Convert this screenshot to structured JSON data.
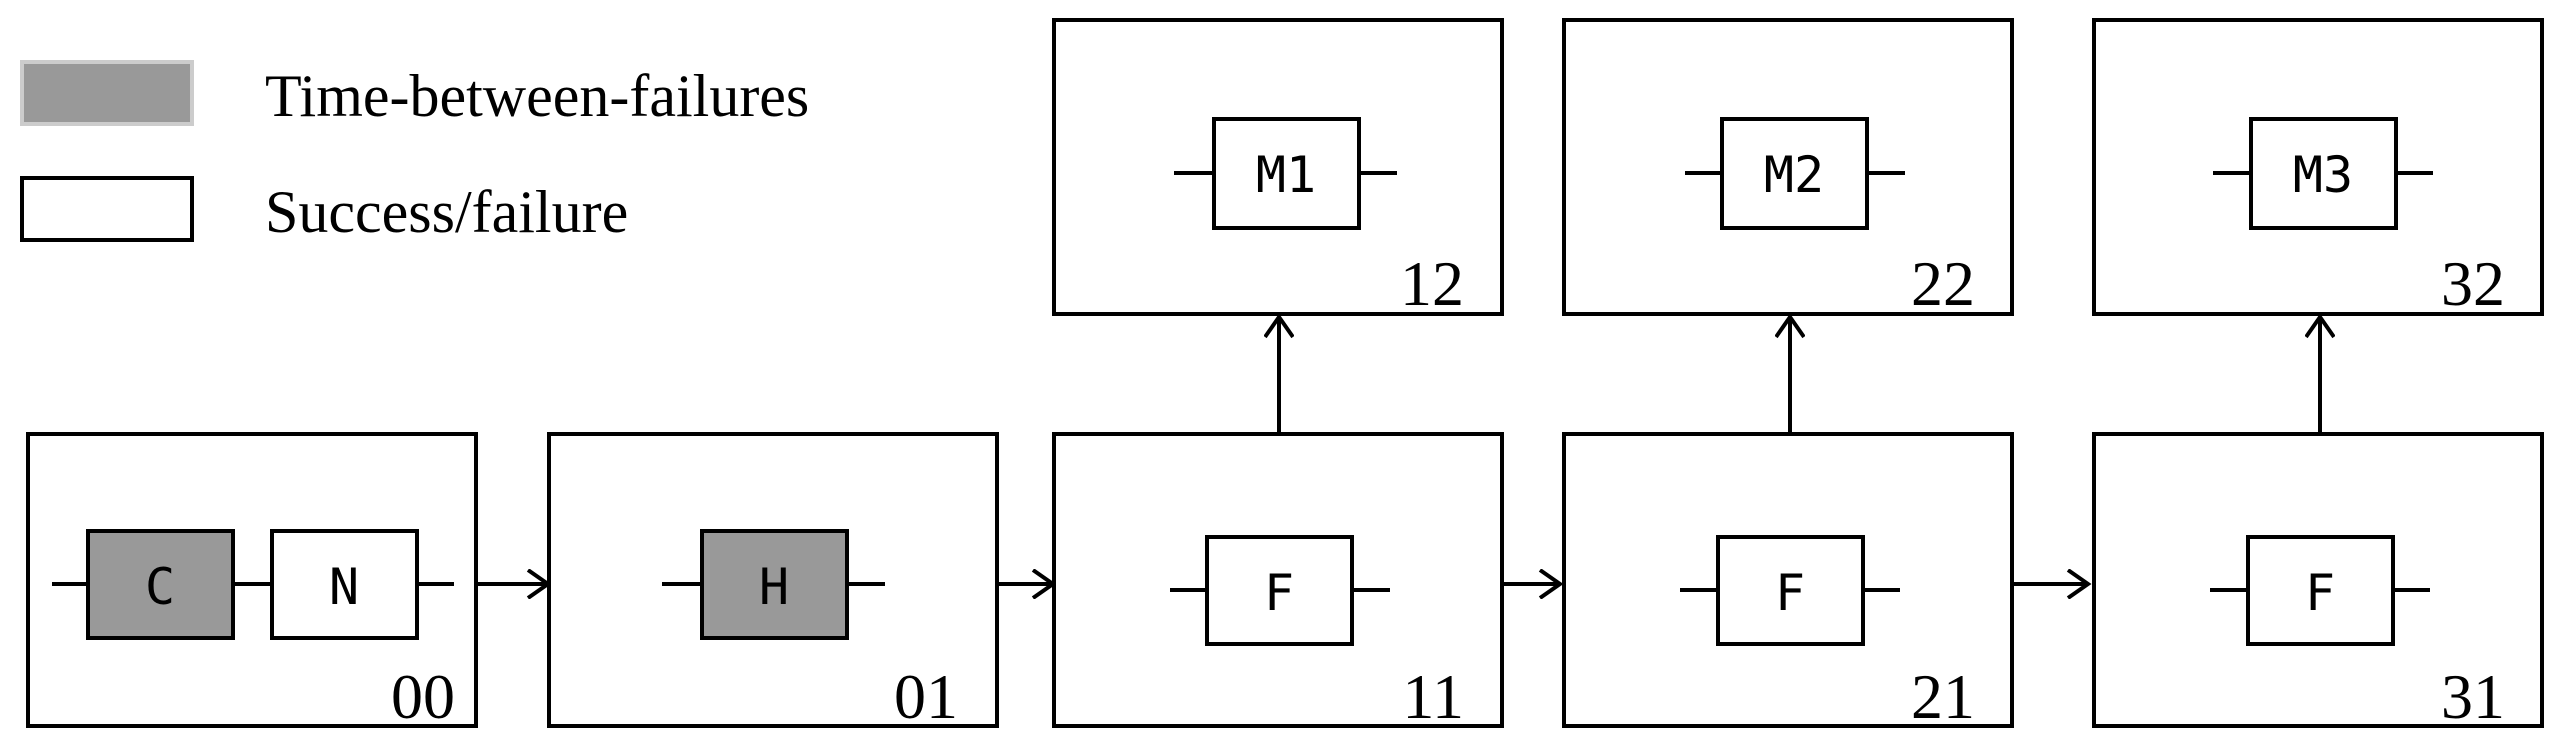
{
  "colors": {
    "time_between_failures": "#999999",
    "success_failure": "#ffffff",
    "line": "#000000"
  },
  "legend": {
    "time_between_failures_label": "Time-between-failures",
    "success_failure_label": "Success/failure"
  },
  "states": {
    "s00": {
      "id": "00",
      "components": [
        "C",
        "N"
      ]
    },
    "s01": {
      "id": "01",
      "components": [
        "H"
      ]
    },
    "s11": {
      "id": "11",
      "components": [
        "F"
      ]
    },
    "s21": {
      "id": "21",
      "components": [
        "F"
      ]
    },
    "s31": {
      "id": "31",
      "components": [
        "F"
      ]
    },
    "s12": {
      "id": "12",
      "components": [
        "M1"
      ]
    },
    "s22": {
      "id": "22",
      "components": [
        "M2"
      ]
    },
    "s32": {
      "id": "32",
      "components": [
        "M3"
      ]
    }
  },
  "component_types": {
    "C": "time-between-failures",
    "N": "success/failure",
    "H": "time-between-failures",
    "F": "success/failure",
    "M1": "success/failure",
    "M2": "success/failure",
    "M3": "success/failure"
  }
}
